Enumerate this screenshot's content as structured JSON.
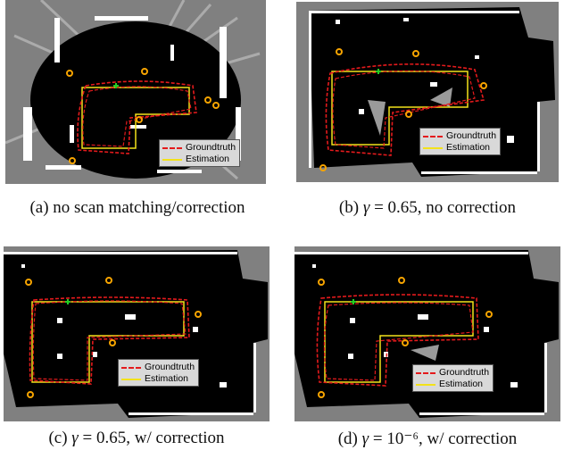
{
  "figure": {
    "legend": {
      "groundtruth": "Groundtruth",
      "estimation": "Estimation"
    },
    "panels": [
      {
        "id": "a",
        "label": "(a)",
        "caption_text": "no scan matching/correction",
        "gamma_symbol": "",
        "gamma_value": "",
        "suffix": ""
      },
      {
        "id": "b",
        "label": "(b)",
        "caption_text": "",
        "gamma_symbol": "γ",
        "gamma_value": "= 0.65,",
        "suffix": "no correction"
      },
      {
        "id": "c",
        "label": "(c)",
        "caption_text": "",
        "gamma_symbol": "γ",
        "gamma_value": "= 0.65,",
        "suffix": "w/ correction"
      },
      {
        "id": "d",
        "label": "(d)",
        "caption_text": "",
        "gamma_symbol": "γ",
        "gamma_value": "= 10⁻⁶,",
        "suffix": "w/ correction"
      }
    ],
    "colors": {
      "background_unknown": "#808080",
      "free_space": "#000000",
      "obstacle": "#ffffff",
      "groundtruth": "#e41a1c",
      "estimation": "#f3e21a",
      "landmark": "#f7a400",
      "start_marker": "#22cc22"
    }
  }
}
